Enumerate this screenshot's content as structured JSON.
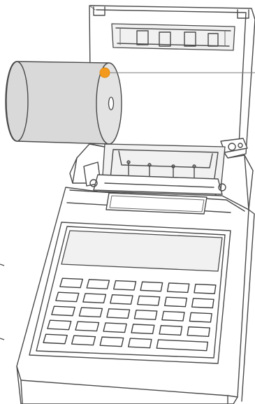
{
  "illustration": {
    "subject": "cash-register-paper-roll-installation",
    "colors": {
      "outline": "#4a4a4a",
      "roll_fill": "#d9d9d9",
      "roll_end": "#e3e3e3",
      "accent_marker": "#f39a1e",
      "pointer_line": "#7a7a7a"
    },
    "keypad": {
      "rows": 5,
      "columns": 6
    }
  }
}
